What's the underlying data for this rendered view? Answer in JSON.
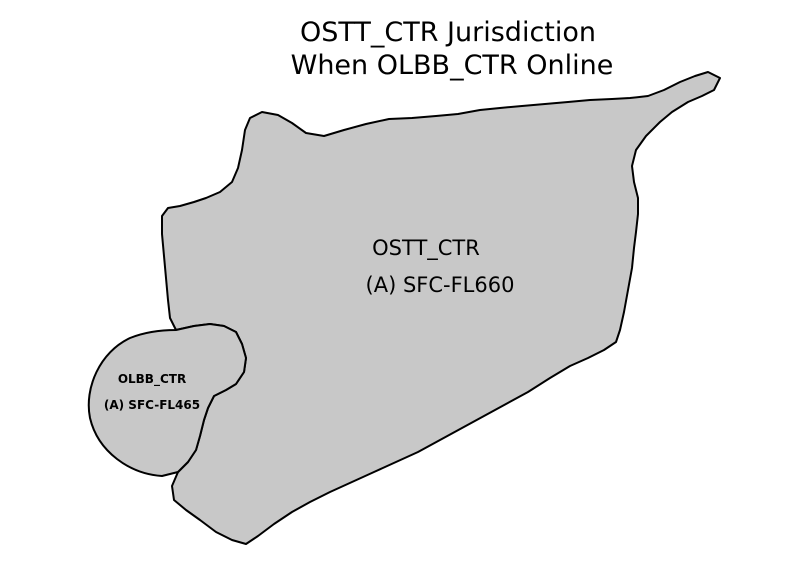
{
  "map": {
    "title_line1": "OSTT_CTR Jurisdiction",
    "title_line2": "When OLBB_CTR Online",
    "regions": [
      {
        "id": "ostt_ctr",
        "name": "OSTT_CTR",
        "altitude": "(A) SFC-FL660",
        "fill": "#c8c8c8"
      },
      {
        "id": "olbb_ctr",
        "name": "OLBB_CTR",
        "altitude": "(A) SFC-FL465",
        "fill": "#c8c8c8"
      }
    ],
    "outline_color": "#000000",
    "background": "#ffffff"
  }
}
